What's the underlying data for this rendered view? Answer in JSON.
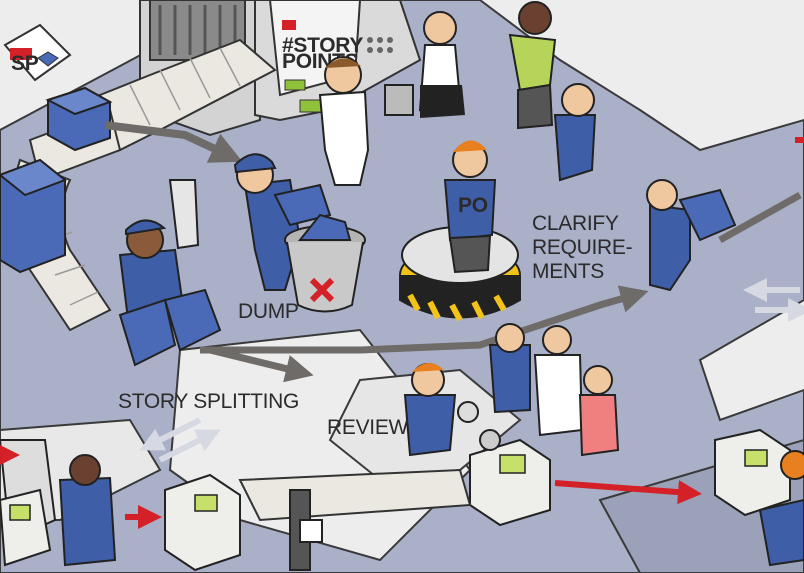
{
  "labels": {
    "story_points_line1": "#STORY",
    "story_points_line2": "POINTS",
    "sp_tag": "SP",
    "po_badge": "PO",
    "clarify_line1": "CLARIFY",
    "clarify_line2": "REQUIRE-",
    "clarify_line3": "MENTS",
    "dump": "DUMP",
    "story_splitting": "STORY SPLITTING",
    "review": "REVIEW"
  },
  "colors": {
    "floor": "#a8afc6",
    "belt": "#e9e7e0",
    "box": "#4a6ab8",
    "worker_blue": "#3f5ea8",
    "arrow_gray": "#6e6b68",
    "arrow_red": "#d42027",
    "hazard_yellow": "#f2c318"
  }
}
